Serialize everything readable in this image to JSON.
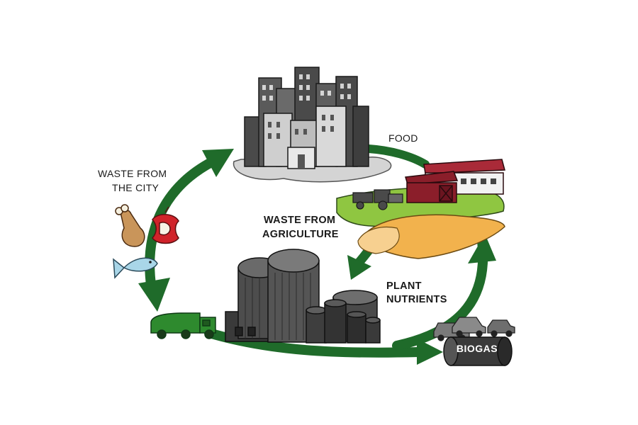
{
  "labels": {
    "food": "FOOD",
    "waste_city_line1": "WASTE FROM",
    "waste_city_line2": "THE CITY",
    "waste_agri_line1": "WASTE FROM",
    "waste_agri_line2": "AGRICULTURE",
    "plant_line1": "PLANT",
    "plant_line2": "NUTRIENTS",
    "biogas": "BIOGAS"
  },
  "colors": {
    "cycle_arrow": "#1f6b2a",
    "field_green": "#8fc641",
    "field_orange": "#f2b24d",
    "farm_red": "#8b1e2a",
    "buildings": "#4a4a4a",
    "plant_dark": "#3a3a3a"
  },
  "icons": [
    "city-buildings-icon",
    "farm-barn-icon",
    "tractor-icon",
    "chicken-leg-icon",
    "apple-core-icon",
    "fish-icon",
    "garbage-truck-icon",
    "biogas-plant-icon",
    "car-icon",
    "gas-cylinder-icon"
  ]
}
